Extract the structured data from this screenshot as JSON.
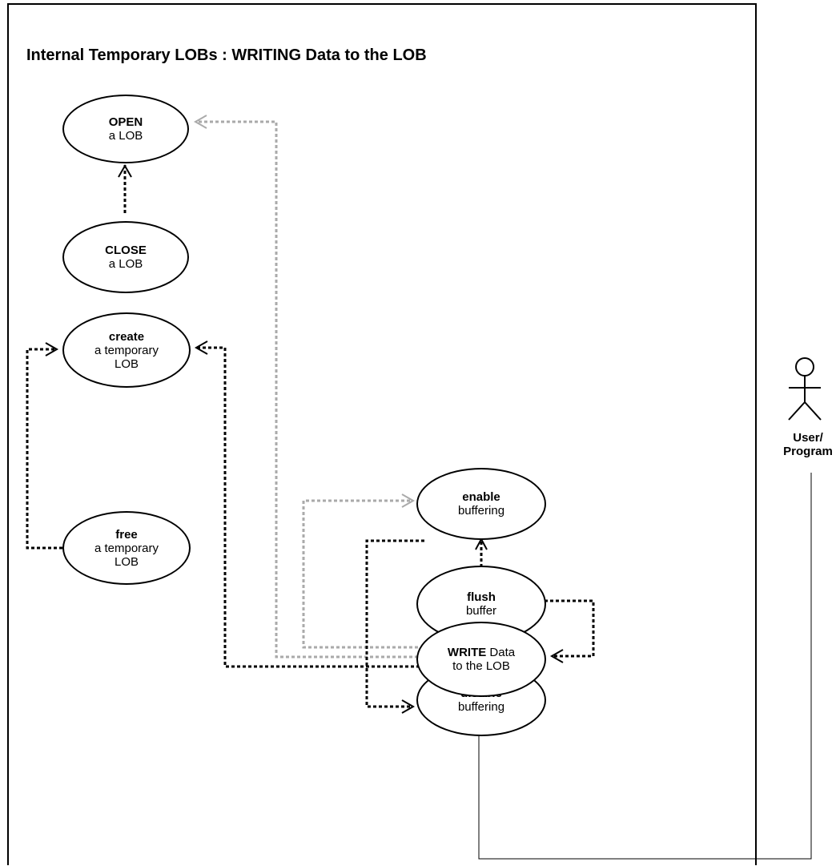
{
  "title": "Internal Temporary LOBs : WRITING Data to the LOB",
  "actor": {
    "line1": "User/",
    "line2": "Program"
  },
  "use_cases": {
    "open": {
      "bold": "OPEN",
      "text": "a LOB"
    },
    "close": {
      "bold": "CLOSE",
      "text": "a LOB"
    },
    "create": {
      "bold": "create",
      "line2": "a temporary",
      "line3": "LOB"
    },
    "free": {
      "bold": "free",
      "line2": "a temporary",
      "line3": "LOB"
    },
    "enable": {
      "bold": "enable",
      "text": "buffering"
    },
    "flush": {
      "bold": "flush",
      "text": "buffer"
    },
    "disable": {
      "bold": "disable",
      "text": "buffering"
    },
    "write": {
      "bold": "WRITE",
      "rest": " Data",
      "line2": "to the LOB"
    }
  },
  "colors": {
    "line": "#000000",
    "optional_line": "#aaaaaa",
    "background": "#ffffff"
  }
}
